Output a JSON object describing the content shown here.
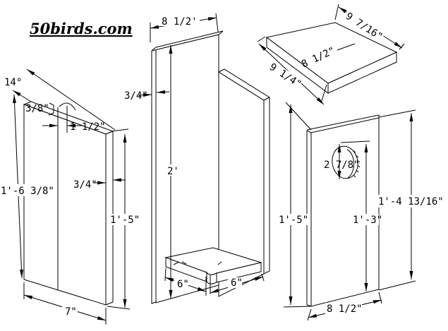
{
  "page": {
    "background": "#ffffff",
    "line_color": "#000000"
  },
  "site": {
    "name": "50birds.com"
  },
  "pieces": {
    "side_panel": {
      "angle": "14°",
      "bevel_offset": "3/8\"",
      "top_inset": "1 1/2\"",
      "thickness": "3/4\"",
      "height_left": "1'-6 3/8\"",
      "height_right": "1'-5\"",
      "width": "7\""
    },
    "back_assembly": {
      "back_width": "8 1/2'",
      "back_thickness": "3/4\"",
      "back_height": "2'",
      "floor_depth": "6\"",
      "floor_width": "6\""
    },
    "roof": {
      "edge_top": "9 7/16\"",
      "edge_inner": "8 1/2\"",
      "edge_left": "9 1/4\""
    },
    "front_panel": {
      "hole_diameter": "2 7/8\"",
      "height_left": "1'-5\"",
      "hole_to_bottom": "1'-3\"",
      "height_right": "1'-4 13/16\"",
      "width": "8 1/2\""
    }
  }
}
